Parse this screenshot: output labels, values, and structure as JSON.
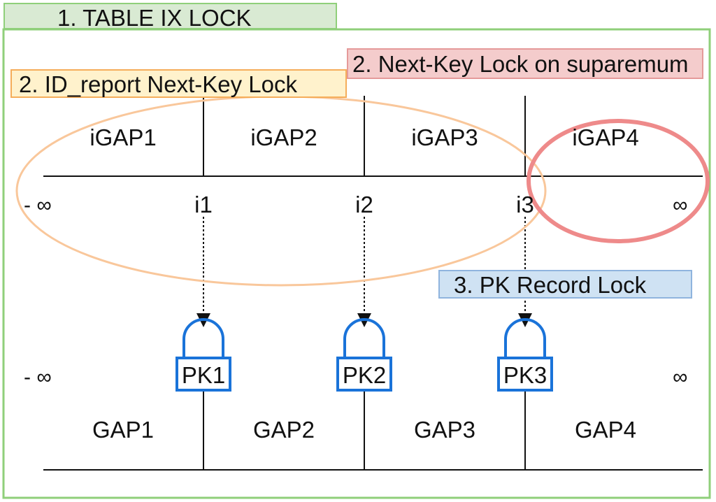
{
  "tags": {
    "table_lock": "1. TABLE  IX LOCK",
    "supremum_lock": "2. Next-Key Lock on suparemum",
    "idreport_lock": "2. ID_report Next-Key Lock",
    "pk_lock": "3. PK Record Lock"
  },
  "index_row": {
    "gaps": [
      "iGAP1",
      "iGAP2",
      "iGAP3",
      "iGAP4"
    ],
    "records": [
      "i1",
      "i2",
      "i3"
    ],
    "neg_inf": "- ∞",
    "pos_inf": "∞"
  },
  "pk_row": {
    "gaps": [
      "GAP1",
      "GAP2",
      "GAP3",
      "GAP4"
    ],
    "records": [
      "PK1",
      "PK2",
      "PK3"
    ],
    "neg_inf": "- ∞",
    "pos_inf": "∞"
  },
  "colors": {
    "frame": "#8fcf7a",
    "idreport_ellipse": "#f9c79b",
    "supremum_circle": "#ee8a8a",
    "lock": "#1a73d9"
  }
}
